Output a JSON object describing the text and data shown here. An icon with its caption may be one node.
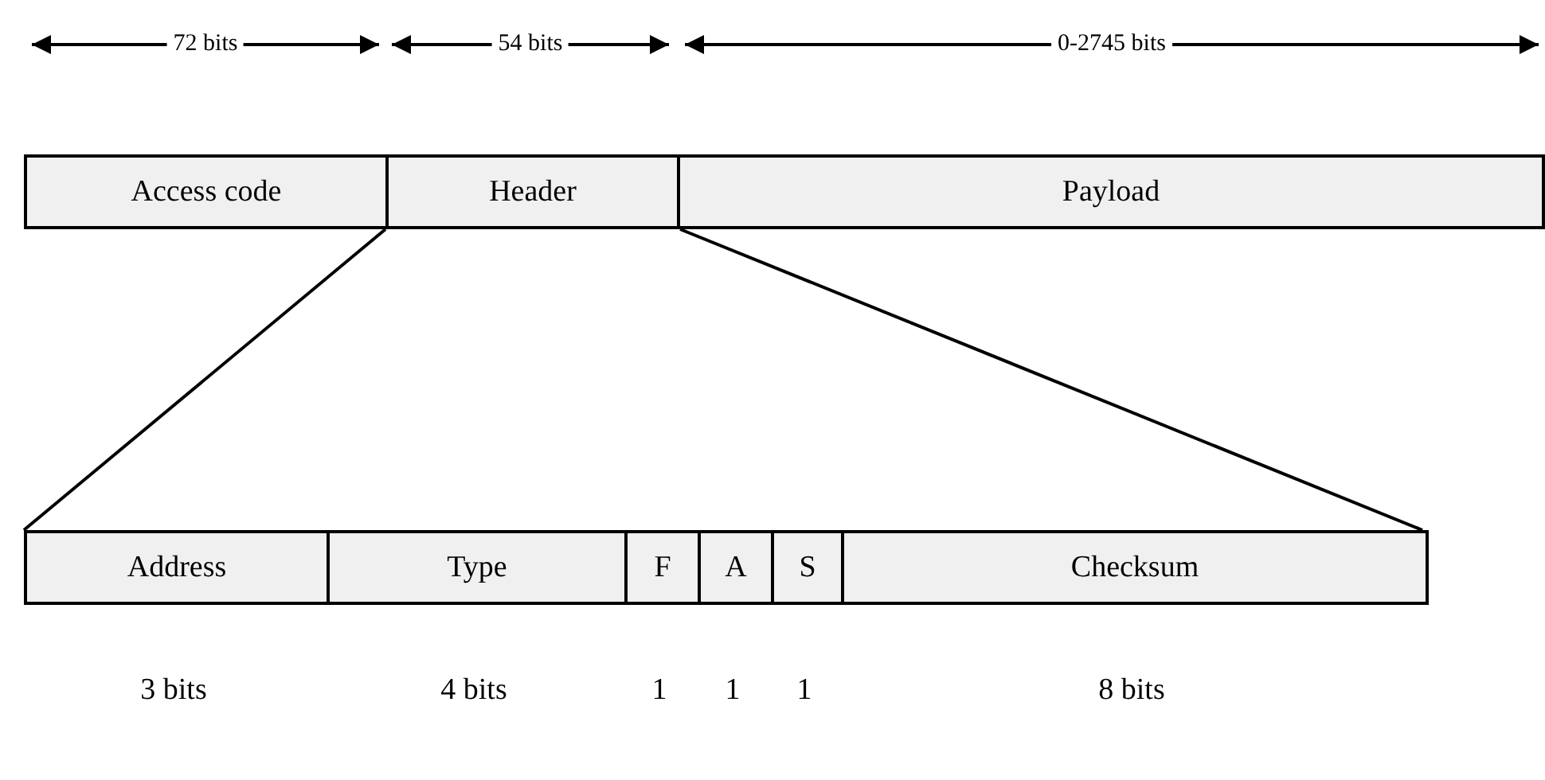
{
  "diagram": {
    "nodes": [
      {
        "text": [
          "Access code"
        ]
      },
      {
        "text": [
          "Header"
        ]
      },
      {
        "text": [
          "Payload"
        ]
      },
      {
        "text": [],
        "shape": "box"
      },
      {
        "text": [
          "Address"
        ],
        "in": 3,
        "beside": [
          "3 bits"
        ]
      },
      {
        "text": [
          "Type"
        ],
        "in": 3,
        "beside": [
          "4 bits"
        ]
      },
      {
        "text": [
          "F"
        ],
        "in": 3,
        "beside": [
          "1"
        ]
      },
      {
        "text": [
          "A"
        ],
        "in": 3,
        "beside": [
          "1"
        ]
      },
      {
        "text": [
          "S"
        ],
        "in": 3,
        "beside": [
          "1"
        ]
      },
      {
        "text": [
          "Checksum"
        ],
        "in": 3,
        "beside": [
          "8 bits"
        ]
      }
    ],
    "edges": [
      {
        "from": 1,
        "to": 3,
        "arrow": "none"
      },
      {
        "from": 1,
        "to": 3,
        "arrow": "none"
      }
    ],
    "labels": [
      "72 bits",
      "54 bits",
      "0-2745 bits"
    ]
  }
}
